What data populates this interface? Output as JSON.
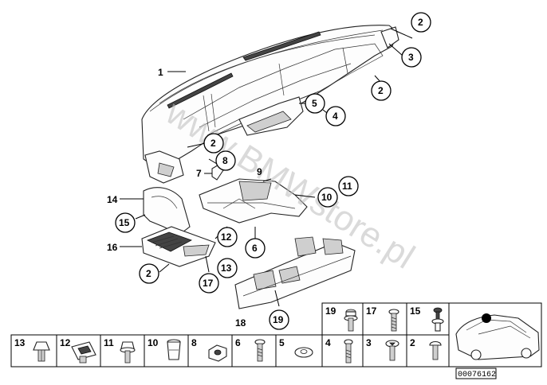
{
  "diagram": {
    "watermark": "www.BMWstore.pl",
    "image_code": "00076162",
    "callouts": [
      {
        "id": "c1",
        "text": "1",
        "circled": false
      },
      {
        "id": "c2a",
        "text": "2",
        "circled": true
      },
      {
        "id": "c3",
        "text": "3",
        "circled": true
      },
      {
        "id": "c2b",
        "text": "2",
        "circled": true
      },
      {
        "id": "c5",
        "text": "5",
        "circled": true
      },
      {
        "id": "c4",
        "text": "4",
        "circled": true
      },
      {
        "id": "c2c",
        "text": "2",
        "circled": true
      },
      {
        "id": "c8",
        "text": "8",
        "circled": true
      },
      {
        "id": "c7",
        "text": "7",
        "circled": false
      },
      {
        "id": "c9",
        "text": "9",
        "circled": false
      },
      {
        "id": "c10",
        "text": "10",
        "circled": true
      },
      {
        "id": "c11",
        "text": "11",
        "circled": true
      },
      {
        "id": "c14",
        "text": "14",
        "circled": false
      },
      {
        "id": "c15",
        "text": "15",
        "circled": true
      },
      {
        "id": "c16",
        "text": "16",
        "circled": false
      },
      {
        "id": "c12",
        "text": "12",
        "circled": true
      },
      {
        "id": "c6",
        "text": "6",
        "circled": true
      },
      {
        "id": "c13",
        "text": "13",
        "circled": true
      },
      {
        "id": "c2d",
        "text": "2",
        "circled": true
      },
      {
        "id": "c17",
        "text": "17",
        "circled": true
      },
      {
        "id": "c18",
        "text": "18",
        "circled": false
      },
      {
        "id": "c19",
        "text": "19",
        "circled": true
      }
    ],
    "parts_table": {
      "top_row": [
        {
          "num": "19",
          "item": "bolt-collar"
        },
        {
          "num": "17",
          "item": "screw-long"
        },
        {
          "num": "15",
          "item": "clip-push"
        }
      ],
      "bottom_row": [
        {
          "num": "13",
          "item": "expanding-rivet"
        },
        {
          "num": "12",
          "item": "square-nut-clip"
        },
        {
          "num": "11",
          "item": "bolt-flange"
        },
        {
          "num": "10",
          "item": "nut-insert"
        },
        {
          "num": "8",
          "item": "hex-nut"
        },
        {
          "num": "6",
          "item": "screw-short"
        },
        {
          "num": "5",
          "item": "washer"
        },
        {
          "num": "4",
          "item": "screw-medium"
        },
        {
          "num": "3",
          "item": "screw-torx"
        },
        {
          "num": "2",
          "item": "screw-pan"
        }
      ]
    }
  }
}
